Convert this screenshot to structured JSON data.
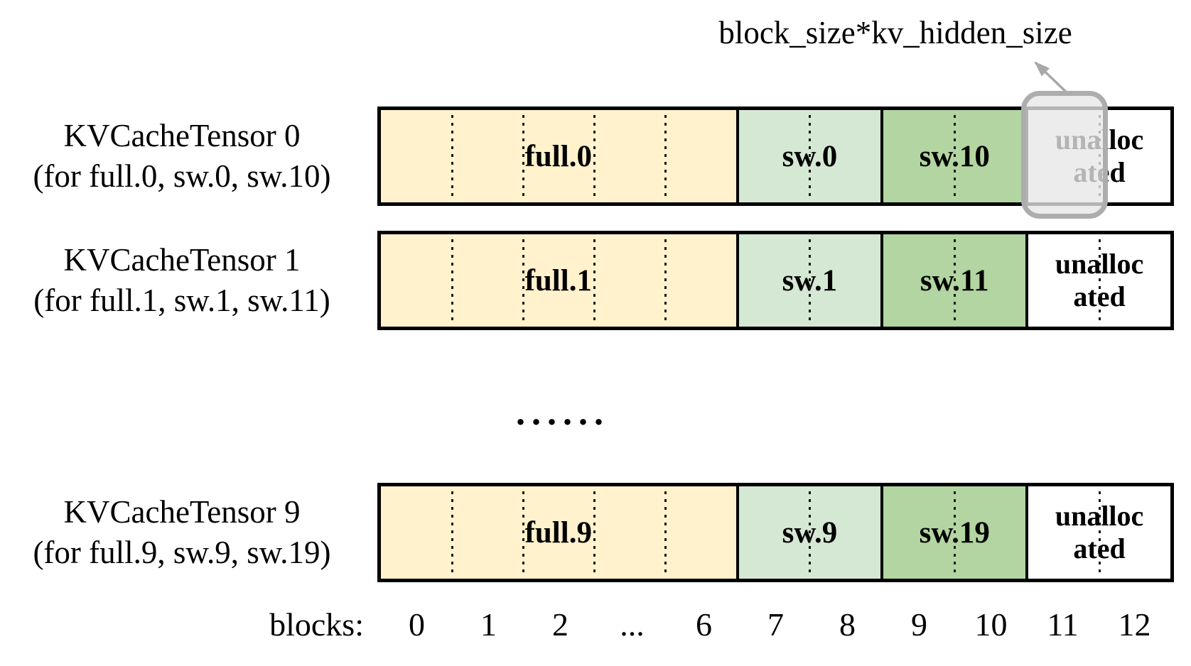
{
  "annotation": {
    "label": "block_size*kv_hidden_size"
  },
  "rows_ellipsis": "......",
  "axis": {
    "prefix": "blocks:",
    "labels": [
      "0",
      "1",
      "2",
      "...",
      "6",
      "7",
      "8",
      "9",
      "10",
      "11",
      "12"
    ]
  },
  "colors": {
    "full": "#FFF2CC",
    "sw_first": "#D5E8D4",
    "sw_second": "#B2D5A1",
    "unallocated": "#FFFFFF",
    "section_border": "#000000",
    "highlight_fill": "#E7E7E7",
    "highlight_border": "#ADADAD",
    "arrow": "#A8A8A8"
  },
  "highlight": {
    "tensor": "KVCacheTensor 0",
    "block": "11"
  },
  "tensors": [
    {
      "name": "KVCacheTensor 0",
      "subtitle": "(for full.0, sw.0, sw.10)",
      "highlighted": true,
      "segments": [
        {
          "label": "full.0",
          "type": "full",
          "cells": 5
        },
        {
          "label": "sw.0",
          "type": "sw_first",
          "cells": 2
        },
        {
          "label": "sw.10",
          "type": "sw_second",
          "cells": 2
        },
        {
          "label": "unallocated",
          "type": "unallocated",
          "cells": 2
        }
      ]
    },
    {
      "name": "KVCacheTensor 1",
      "subtitle": "(for full.1, sw.1, sw.11)",
      "highlighted": false,
      "segments": [
        {
          "label": "full.1",
          "type": "full",
          "cells": 5
        },
        {
          "label": "sw.1",
          "type": "sw_first",
          "cells": 2
        },
        {
          "label": "sw.11",
          "type": "sw_second",
          "cells": 2
        },
        {
          "label": "unallocated",
          "type": "unallocated",
          "cells": 2
        }
      ]
    },
    {
      "name": "KVCacheTensor 9",
      "subtitle": "(for full.9, sw.9, sw.19)",
      "highlighted": false,
      "segments": [
        {
          "label": "full.9",
          "type": "full",
          "cells": 5
        },
        {
          "label": "sw.9",
          "type": "sw_first",
          "cells": 2
        },
        {
          "label": "sw.19",
          "type": "sw_second",
          "cells": 2
        },
        {
          "label": "unallocated",
          "type": "unallocated",
          "cells": 2
        }
      ]
    }
  ]
}
